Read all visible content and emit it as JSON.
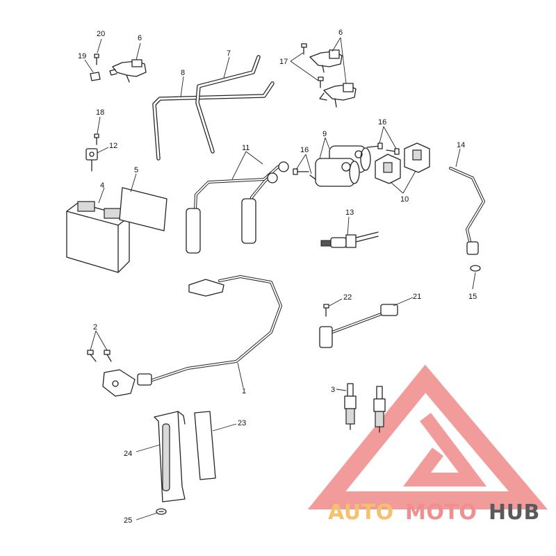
{
  "diagram": {
    "callouts": [
      {
        "id": "c20",
        "label": "20"
      },
      {
        "id": "c6a",
        "label": "6"
      },
      {
        "id": "c19",
        "label": "19"
      },
      {
        "id": "c7",
        "label": "7"
      },
      {
        "id": "c8",
        "label": "8"
      },
      {
        "id": "c6b",
        "label": "6"
      },
      {
        "id": "c17",
        "label": "17"
      },
      {
        "id": "c18",
        "label": "18"
      },
      {
        "id": "c12",
        "label": "12"
      },
      {
        "id": "c9",
        "label": "9"
      },
      {
        "id": "c16a",
        "label": "16"
      },
      {
        "id": "c16b",
        "label": "16"
      },
      {
        "id": "c11",
        "label": "11"
      },
      {
        "id": "c14",
        "label": "14"
      },
      {
        "id": "c5",
        "label": "5"
      },
      {
        "id": "c4",
        "label": "4"
      },
      {
        "id": "c10",
        "label": "10"
      },
      {
        "id": "c13",
        "label": "13"
      },
      {
        "id": "c15",
        "label": "15"
      },
      {
        "id": "c22",
        "label": "22"
      },
      {
        "id": "c21",
        "label": "21"
      },
      {
        "id": "c2",
        "label": "2"
      },
      {
        "id": "c1",
        "label": "1"
      },
      {
        "id": "c3",
        "label": "3"
      },
      {
        "id": "c23",
        "label": "23"
      },
      {
        "id": "c24",
        "label": "24"
      },
      {
        "id": "c25",
        "label": "25"
      }
    ]
  },
  "watermark": {
    "word_auto": "AUTO",
    "word_moto": "MOTO",
    "word_hub": "HUB",
    "color_auto": "#f5c16c",
    "color_moto": "#ef8f8f",
    "color_hub": "#5a5a5a",
    "logo_color": "#f08a8a"
  }
}
